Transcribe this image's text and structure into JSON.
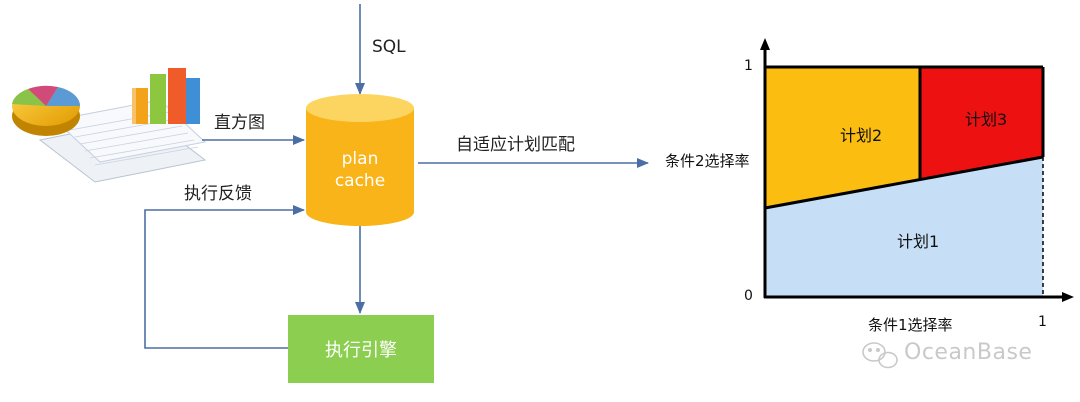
{
  "flow": {
    "sql_label": "SQL",
    "histogram_label": "直方图",
    "feedback_label": "执行反馈",
    "plan_cache_line1": "plan",
    "plan_cache_line2": "cache",
    "adaptive_match_label": "自适应计划匹配",
    "engine_label": "执行引擎"
  },
  "plot": {
    "y_axis_label": "条件2选择率",
    "x_axis_label": "条件1选择率",
    "y_tick_top": "1",
    "y_tick_origin": "0",
    "x_tick_right": "1",
    "regions": [
      {
        "label": "计划1",
        "color": "#c6dff6"
      },
      {
        "label": "计划2",
        "color": "#fbbd10"
      },
      {
        "label": "计划3",
        "color": "#ee1111"
      }
    ]
  },
  "colors": {
    "cylinder": "#f8b418",
    "engine": "#8ccf50",
    "arrow": "#4b6fa5"
  },
  "watermark": "OceanBase"
}
